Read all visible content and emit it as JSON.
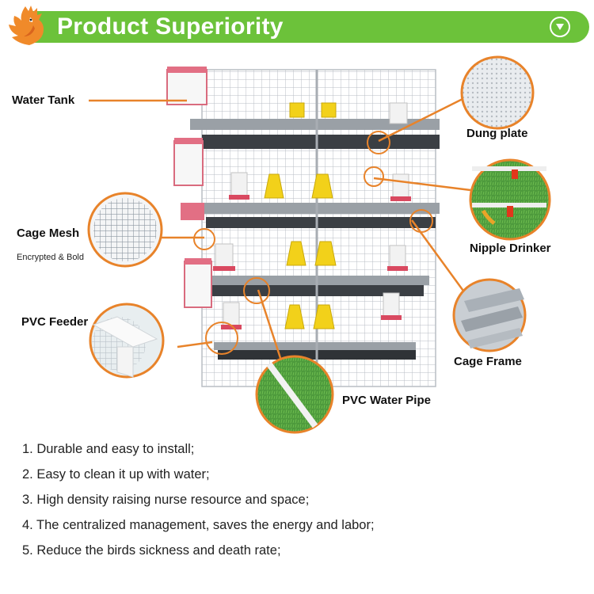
{
  "header": {
    "title": "Product Superiority",
    "toggle_icon": "chevron-down-circle-icon",
    "brand_icon": "rooster-icon"
  },
  "colors": {
    "banner": "#6cc23a",
    "callout": "#e8832a",
    "text": "#222222"
  },
  "callouts": {
    "water_tank": "Water Tank",
    "dung_plate": "Dung plate",
    "cage_mesh": "Cage Mesh",
    "cage_mesh_sub": "Encrypted & Bold",
    "nipple_drinker": "Nipple Drinker",
    "pvc_feeder": "PVC Feeder",
    "cage_frame": "Cage Frame",
    "pvc_water_pipe": "PVC Water Pipe"
  },
  "features": [
    "1. Durable and easy to install;",
    "2. Easy to clean it up with water;",
    "3. High density raising nurse resource and space;",
    "4. The centralized management, saves the energy and labor;",
    "5. Reduce the birds sickness and death rate;"
  ]
}
